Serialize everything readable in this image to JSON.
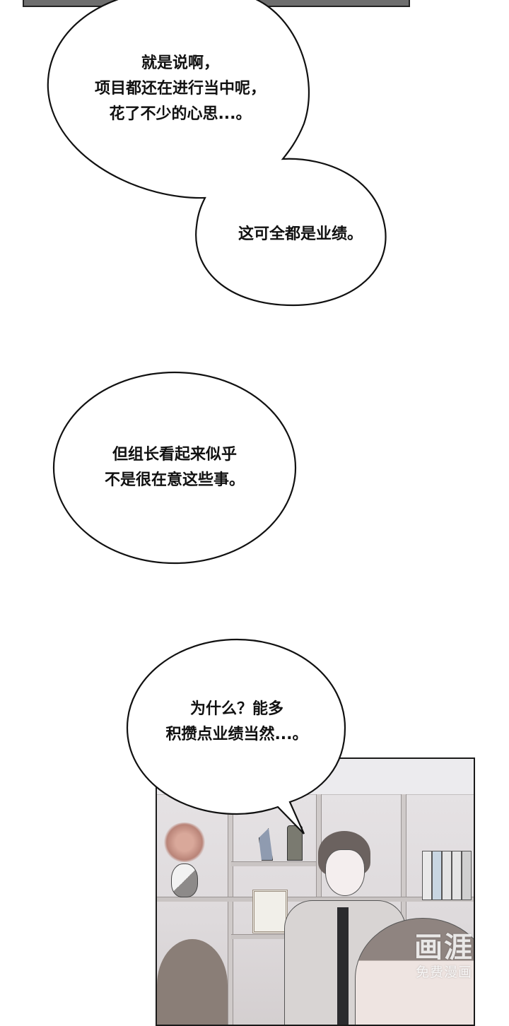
{
  "bubbles": [
    {
      "id": "bubble-1",
      "lines": [
        "就是说啊，",
        "项目都还在进行当中呢，",
        "花了不少的心思...。"
      ]
    },
    {
      "id": "bubble-2",
      "lines": [
        "这可全都是业绩。"
      ]
    },
    {
      "id": "bubble-3",
      "lines": [
        "但组长看起来似乎",
        "不是很在意这些事。"
      ]
    },
    {
      "id": "bubble-4",
      "lines": [
        "为什么？能多",
        "积攒点业绩当然...。"
      ]
    }
  ],
  "panel": {
    "scene": "office with display shelves, trophies, flowers vase, binders; man in shirt and black tie standing between two seated colleagues"
  },
  "watermark": {
    "brand": "画涯",
    "subtitle": "免费漫画"
  },
  "colors": {
    "background": "#ffffff",
    "ink": "#111111",
    "panel_tone": "#e2dfe0"
  }
}
